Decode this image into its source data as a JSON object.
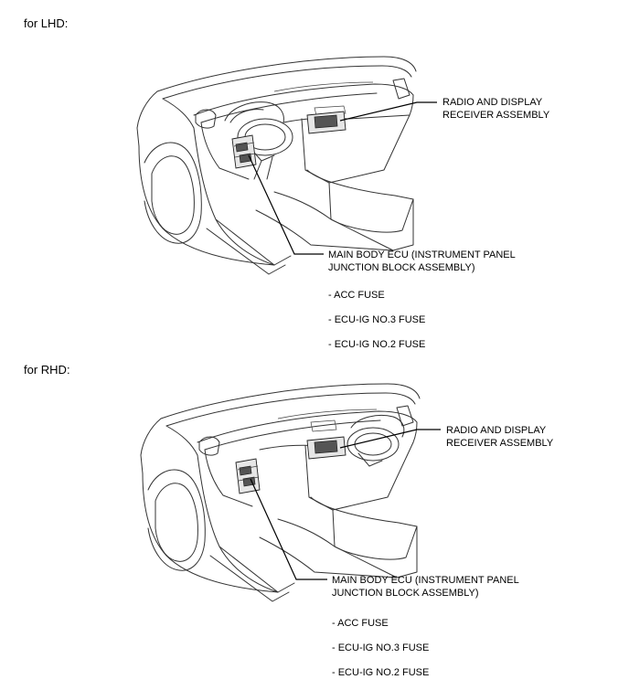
{
  "lhd": {
    "label": "for LHD:",
    "radio_callout": [
      "RADIO AND DISPLAY",
      "RECEIVER ASSEMBLY"
    ],
    "ecu_callout": [
      "MAIN BODY ECU (INSTRUMENT PANEL",
      "JUNCTION BLOCK ASSEMBLY)"
    ],
    "fuses": [
      "- ACC FUSE",
      "- ECU-IG NO.3 FUSE",
      "- ECU-IG NO.2 FUSE"
    ]
  },
  "rhd": {
    "label": "for RHD:",
    "radio_callout": [
      "RADIO AND DISPLAY",
      "RECEIVER ASSEMBLY"
    ],
    "ecu_callout": [
      "MAIN BODY ECU (INSTRUMENT PANEL",
      "JUNCTION BLOCK ASSEMBLY)"
    ],
    "fuses": [
      "- ACC FUSE",
      "- ECU-IG NO.3 FUSE",
      "- ECU-IG NO.2 FUSE"
    ]
  }
}
